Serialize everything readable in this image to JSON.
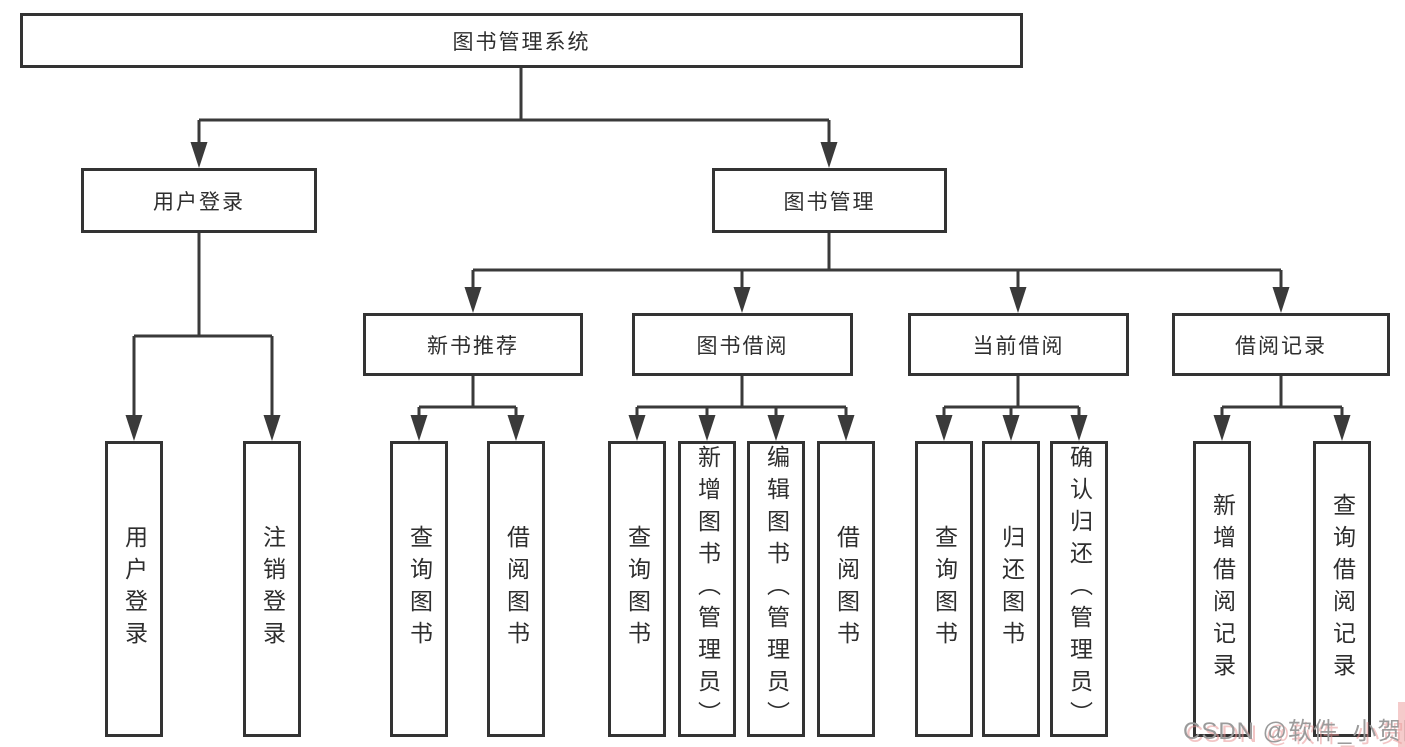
{
  "tree": {
    "root": {
      "label": "图书管理系统"
    },
    "branches": [
      {
        "label": "用户登录",
        "children": [
          "用户登录",
          "注销登录"
        ]
      },
      {
        "label": "图书管理",
        "groups": [
          {
            "label": "新书推荐",
            "children": [
              "查询图书",
              "借阅图书"
            ]
          },
          {
            "label": "图书借阅",
            "children": [
              "查询图书",
              "新增图书（管理员）",
              "编辑图书（管理员）",
              "借阅图书"
            ]
          },
          {
            "label": "当前借阅",
            "children": [
              "查询图书",
              "归还图书",
              "确认归还（管理员）"
            ]
          },
          {
            "label": "借阅记录",
            "children": [
              "新增借阅记录",
              "查询借阅记录"
            ]
          }
        ]
      }
    ]
  },
  "watermark": {
    "text": "CSDN @软件_小贺同学"
  },
  "colors": {
    "box_border": "#333333",
    "line": "#3a3a3a",
    "text": "#2e2e2e",
    "watermark_gray": "#9b9b9b",
    "watermark_pink": "#e89696",
    "background": "#ffffff"
  }
}
